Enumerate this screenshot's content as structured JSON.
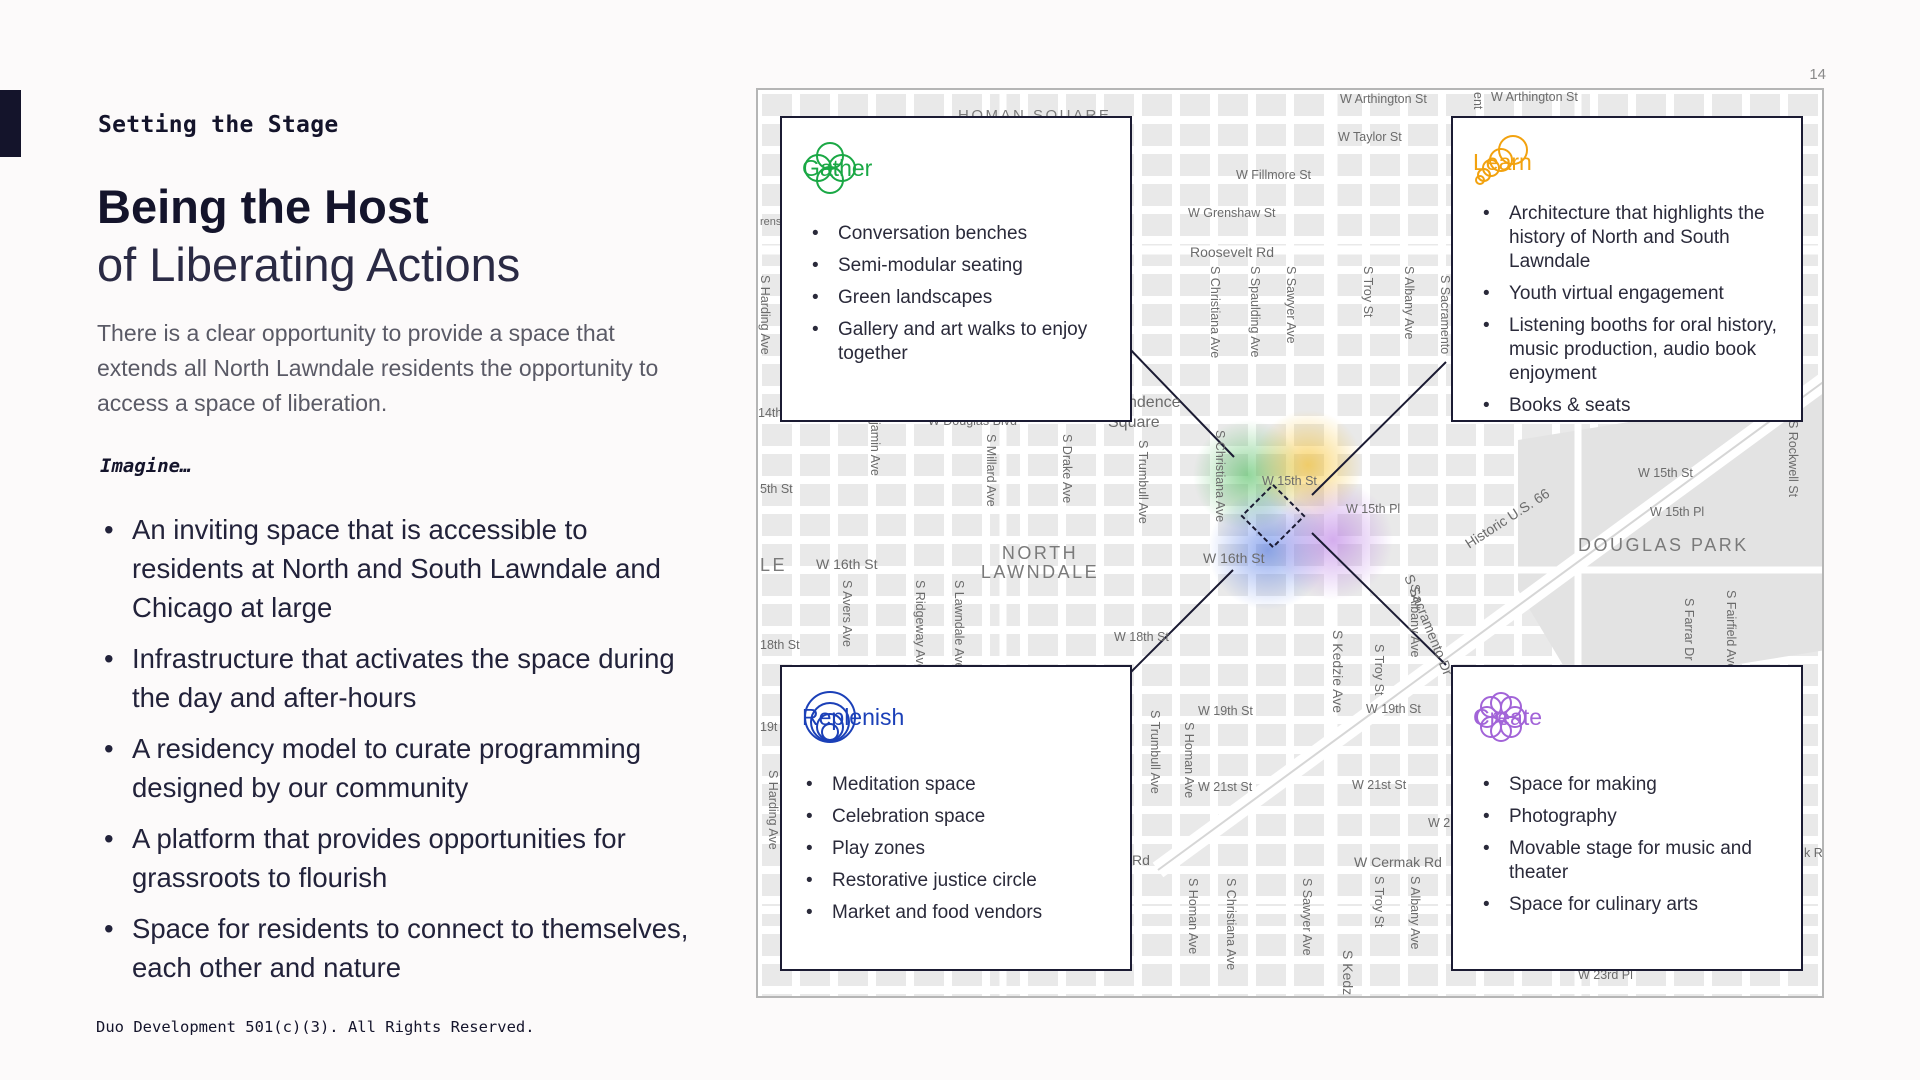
{
  "page_number": "14",
  "kicker": "Setting the Stage",
  "title": {
    "line1": "Being the Host",
    "line2": "of Liberating Actions"
  },
  "intro": "There is a clear opportunity to provide a space that extends all North Lawndale residents the opportunity to access a space of liberation.",
  "imagine_label": "Imagine…",
  "bullets": [
    "An inviting space that is accessible to residents at North and South Lawndale and Chicago at large",
    "Infrastructure that activates the space during the day and after-hours",
    "A residency model to curate programming designed by our community",
    "A platform that provides opportunities for grassroots to flourish",
    "Space for residents to connect to themselves, each other and nature"
  ],
  "footer": "Duo Development 501(c)(3). All Rights Reserved.",
  "map": {
    "areas": {
      "north_lawndale": "NORTH LAWNDALE",
      "douglas_park": "DOUGLAS PARK",
      "homan_square": "HOMAN SQUARE",
      "independence": "ndence",
      "square": "Square",
      "lawndale_frag": "LE"
    },
    "streets": {
      "arthington1": "W Arthington St",
      "arthington2": "W Arthington St",
      "taylor": "W Taylor St",
      "fillmore": "W Fillmore St",
      "grenshaw": "W Grenshaw St",
      "roosevelt": "Roosevelt Rd",
      "christiana_n": "S Christiana Ave",
      "spaulding": "S Spaulding Ave",
      "sawyer_n": "S Sawyer Ave",
      "troy_n": "S Troy St",
      "albany_n": "S Albany Ave",
      "sacramento_n": "S Sacramento",
      "w15th": "W 15th St",
      "w15thpl": "W 15th Pl",
      "w15th_e": "W 15th St",
      "w15thpl_e": "W 15th Pl",
      "historic66": "Historic U.S. 66",
      "w16th": "W 16th St",
      "w16th_w": "W 16th St",
      "sacramento_dr": "S Sacramento Dr",
      "christiana_m": "S Christiana Ave",
      "millard": "S Millard Ave",
      "drake": "S Drake Ave",
      "trumbull": "S Trumbull Ave",
      "douglas_blvd": "W Douglas Blvd",
      "avers": "S Avers Ave",
      "ridgeway": "S Ridgeway Ave",
      "lawndale": "S Lawndale Ave",
      "w18th": "W 18th St",
      "w18th_w": "18th St",
      "kedzie": "S Kedzie Ave",
      "troy_m": "S Troy St",
      "albany_m": "S Albany Ave",
      "w19th": "W 19th St",
      "w19th_e": "W 19th St",
      "trumbull_s": "S Trumbull Ave",
      "homan": "S Homan Ave",
      "w21st": "W 21st St",
      "w21st_e": "W 21st St",
      "cermak": "W Cermak Rd",
      "homan_s": "S Homan Ave",
      "christiana_s": "S Christiana Ave",
      "sawyer_s": "S Sawyer Ave",
      "troy_s": "S Troy St",
      "albany_s": "S Albany Ave",
      "kedzie_s": "S Kedz",
      "harding": "S Harding Ave",
      "harding_s": "S Harding Ave",
      "w15th_w": "5th St",
      "w14th": "14th",
      "farrar": "S Farrar Dr",
      "fairfield": "S Fairfield Ave",
      "rockwell": "S Rockwell St",
      "benjamin": "jamin Ave",
      "rd_frag": "Rd",
      "w19_frag": "19t",
      "w2_frag": "W 2",
      "k_frag": "k R",
      "ent_frag": "ent",
      "rens_frag": "rens",
      "ss_frag": "S S",
      "w23": "W 23rd Pl"
    }
  },
  "cards": {
    "gather": {
      "title": "Gather",
      "color": "#1aa845",
      "items": [
        "Conversation benches",
        "Semi-modular seating",
        "Green landscapes",
        "Gallery and art walks to enjoy together"
      ]
    },
    "learn": {
      "title": "Learn",
      "color": "#f2a20f",
      "items": [
        "Architecture that highlights the history of North and South Lawndale",
        "Youth virtual engagement",
        "Listening booths for oral history, music production, audio book enjoyment",
        "Books & seats"
      ]
    },
    "replenish": {
      "title": "Replenish",
      "color": "#1b40b8",
      "items": [
        "Meditation space",
        "Celebration space",
        "Play zones",
        "Restorative justice circle",
        "Market and food vendors"
      ]
    },
    "create": {
      "title": "Create",
      "color": "#a264d8",
      "items": [
        "Space for making",
        "Photography",
        "Movable stage for music and theater",
        "Space for culinary arts"
      ]
    }
  }
}
